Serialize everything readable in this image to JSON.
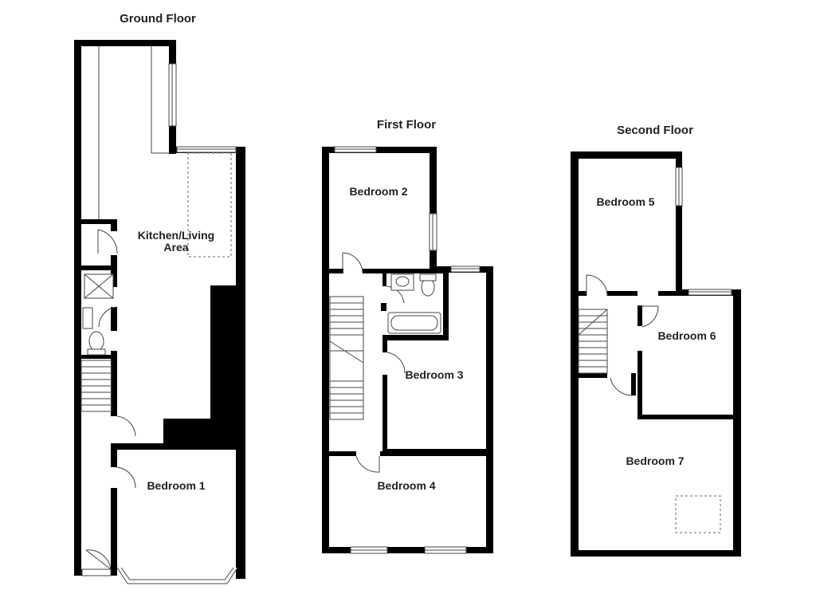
{
  "floors": {
    "ground": {
      "title": "Ground Floor",
      "rooms": {
        "kitchen_line1": "Kitchen/Living",
        "kitchen_line2": "Area",
        "bedroom1": "Bedroom 1"
      }
    },
    "first": {
      "title": "First Floor",
      "rooms": {
        "bedroom2": "Bedroom 2",
        "bedroom3": "Bedroom 3",
        "bedroom4": "Bedroom 4"
      }
    },
    "second": {
      "title": "Second Floor",
      "rooms": {
        "bedroom5": "Bedroom 5",
        "bedroom6": "Bedroom 6",
        "bedroom7": "Bedroom 7"
      }
    }
  }
}
